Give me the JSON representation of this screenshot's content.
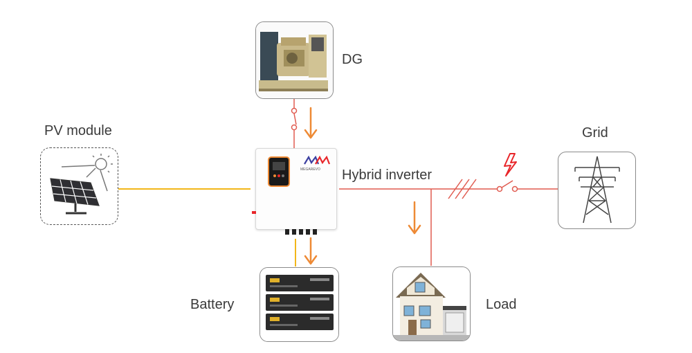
{
  "labels": {
    "dg": "DG",
    "pv": "PV module",
    "grid": "Grid",
    "inverter": "Hybrid inverter",
    "battery": "Battery",
    "load": "Load"
  },
  "inverter_brand_text": "MEGAREVO",
  "colors": {
    "ac_line": "#e05a4f",
    "dc_line": "#f2b619",
    "flow_arrow": "#ee8a35",
    "lightning": "#e8262a"
  }
}
